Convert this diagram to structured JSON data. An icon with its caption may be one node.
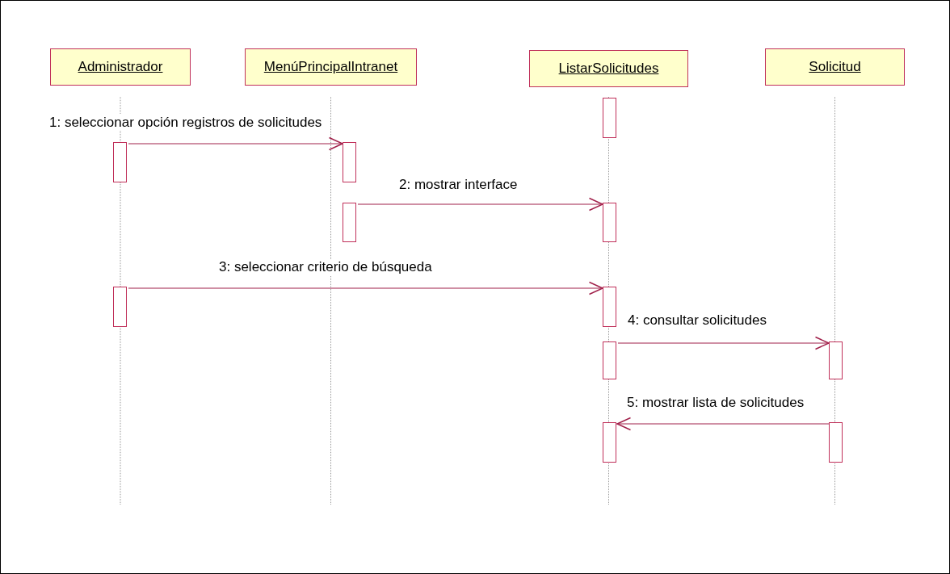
{
  "diagram": {
    "nodes": [
      {
        "text": [
          "Administrador"
        ]
      },
      {
        "text": [
          "MenúPrincipalIntranet"
        ]
      },
      {
        "text": [
          "ListarSolicitudes"
        ]
      },
      {
        "text": [
          "Solicitud"
        ]
      },
      {
        "text": [],
        "shape": "bar"
      },
      {
        "text": [],
        "shape": "bar"
      },
      {
        "text": [],
        "shape": "bar"
      },
      {
        "text": [],
        "shape": "bar"
      },
      {
        "text": [],
        "shape": "bar"
      },
      {
        "text": [],
        "shape": "bar"
      },
      {
        "text": [],
        "shape": "bar"
      },
      {
        "text": [],
        "shape": "bar"
      },
      {
        "text": [],
        "shape": "bar"
      },
      {
        "text": [],
        "shape": "bar"
      },
      {
        "text": [],
        "shape": "bar"
      }
    ],
    "edges": [
      {
        "from": 5,
        "to": 6,
        "arrow": "to",
        "label": "1: seleccionar opción registros de solicitudes"
      },
      {
        "from": 7,
        "to": 8,
        "arrow": "to",
        "label": "2: mostrar interface"
      },
      {
        "from": 9,
        "to": 10,
        "arrow": "to",
        "label": "3: seleccionar criterio de búsqueda"
      },
      {
        "from": 11,
        "to": 12,
        "arrow": "to",
        "label": "4: consultar solicitudes"
      },
      {
        "from": 14,
        "to": 13,
        "arrow": "to",
        "label": "5: mostrar lista de solicitudes"
      }
    ]
  }
}
